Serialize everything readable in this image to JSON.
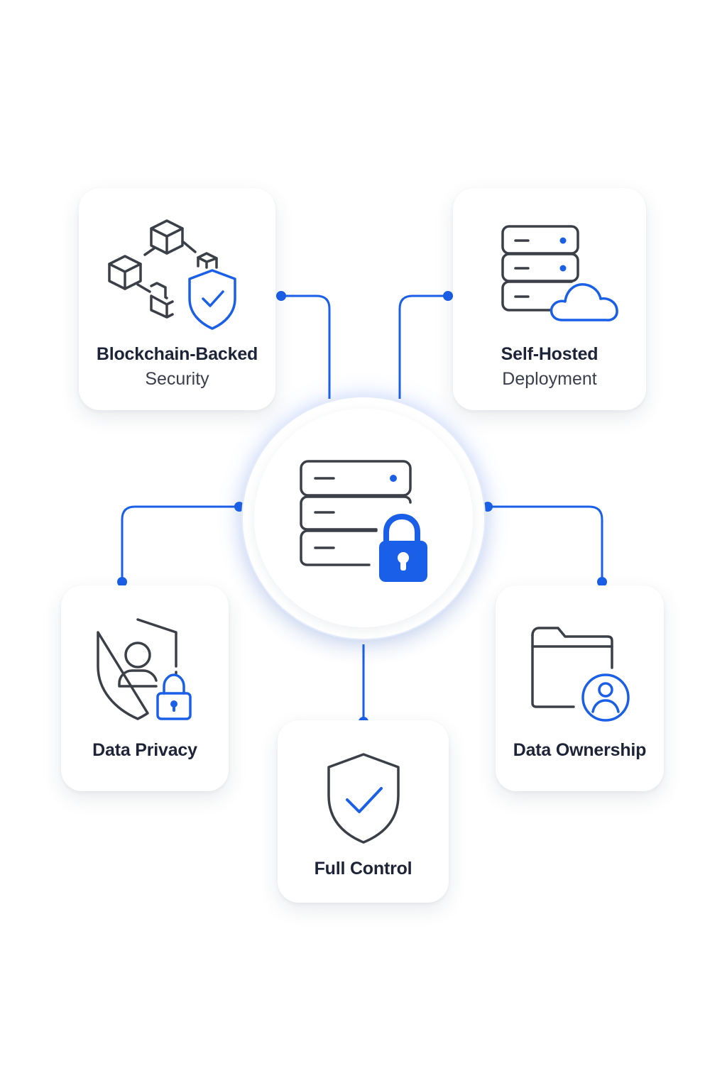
{
  "colors": {
    "accent": "#1a5fe8",
    "stroke": "#3b3f47",
    "text": "#1d2437"
  },
  "hub": {
    "icon": "server-lock-icon"
  },
  "cards": {
    "blockchain": {
      "icon": "blockchain-shield-icon",
      "title": "Blockchain-Backed",
      "subtitle": "Security"
    },
    "self_hosted": {
      "icon": "server-cloud-icon",
      "title": "Self-Hosted",
      "subtitle": "Deployment"
    },
    "privacy": {
      "icon": "shield-user-lock-icon",
      "title": "Data Privacy"
    },
    "control": {
      "icon": "shield-check-icon",
      "title": "Full Control"
    },
    "ownership": {
      "icon": "folder-user-icon",
      "title": "Data Ownership"
    }
  }
}
